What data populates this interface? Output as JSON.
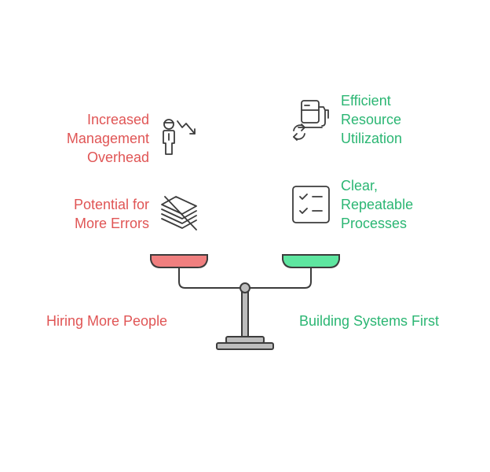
{
  "left": {
    "side_label": "Hiring More People",
    "items": [
      {
        "lines": [
          "Increased",
          "Management",
          "Overhead"
        ],
        "icon": "person-trend-down-icon"
      },
      {
        "lines": [
          "Potential for",
          "More Errors"
        ],
        "icon": "crossed-papers-icon"
      }
    ],
    "color": "#e05555",
    "pan_color": "#f07f7f"
  },
  "right": {
    "side_label": "Building Systems First",
    "items": [
      {
        "lines": [
          "Efficient",
          "Resource",
          "Utilization"
        ],
        "icon": "fuel-pump-cycle-icon"
      },
      {
        "lines": [
          "Clear,",
          "Repeatable",
          "Processes"
        ],
        "icon": "checklist-icon"
      }
    ],
    "color": "#2bb673",
    "pan_color": "#5ee6a0"
  },
  "scale": {
    "icon": "balance-scale-icon",
    "stroke": "#3c3c3c",
    "base_fill": "#bdbdbd"
  }
}
